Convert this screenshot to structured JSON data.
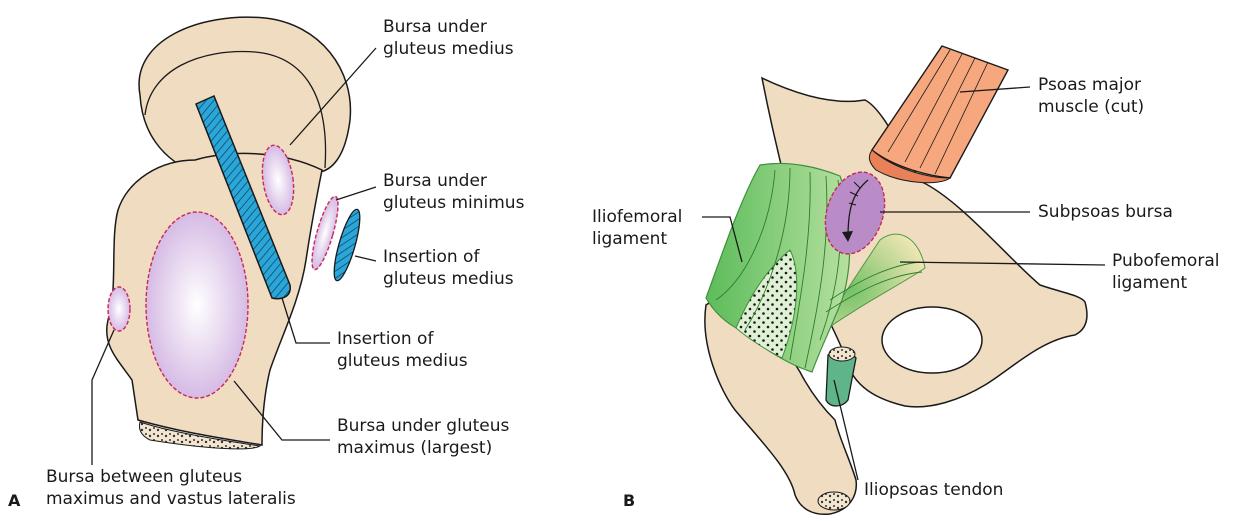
{
  "panels": {
    "a": {
      "letter": "A"
    },
    "b": {
      "letter": "B"
    }
  },
  "labels_a": {
    "bursa_gluteus_medius": [
      "Bursa under",
      "gluteus medius"
    ],
    "bursa_gluteus_minimus": [
      "Bursa under",
      "gluteus minimus"
    ],
    "insertion_upper": [
      "Insertion of",
      "gluteus medius"
    ],
    "insertion_lower": [
      "Insertion of",
      "gluteus medius"
    ],
    "bursa_gluteus_maximus": [
      "Bursa under gluteus",
      "maximus (largest)"
    ],
    "bursa_between": [
      "Bursa between gluteus",
      "maximus and vastus lateralis"
    ]
  },
  "labels_b": {
    "psoas_major": [
      "Psoas major",
      "muscle (cut)"
    ],
    "subpsoas_bursa": [
      "Subpsoas bursa"
    ],
    "pubofemoral": [
      "Pubofemoral",
      "ligament"
    ],
    "iliofemoral": [
      "Iliofemoral",
      "ligament"
    ],
    "iliopsoas_tendon": [
      "Iliopsoas tendon"
    ]
  },
  "colors": {
    "bone": "#f0dcc0",
    "bone_outline": "#1a1a1a",
    "bursa_fill": "#dcc3e8",
    "bursa_dash": "#c8285a",
    "insertion": "#2aa7d8",
    "psoas_muscle": "#f6a77e",
    "ligament_green": "#6cc46a",
    "subpsoas_fill": "#b98cc8",
    "tendon_green": "#5fb48a"
  }
}
